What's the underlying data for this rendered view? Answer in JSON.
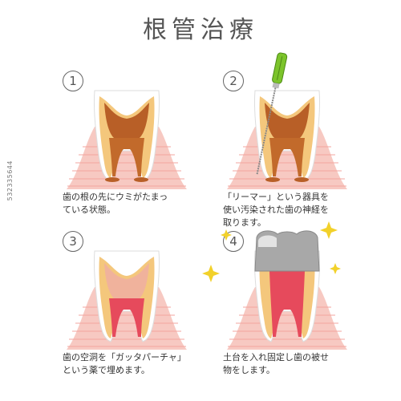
{
  "title": "根管治療",
  "steps": [
    {
      "number": "1",
      "caption": "歯の根の先にウミがたまっ\nている状態。"
    },
    {
      "number": "2",
      "caption": "「リーマー」という器具を\n使い汚染された歯の神経を\n取ります。"
    },
    {
      "number": "3",
      "caption": "歯の空洞を「ガッタパーチャ」\nという薬で埋めます。"
    },
    {
      "number": "4",
      "caption": "土台を入れ固定し歯の被せ\n物をします。"
    }
  ],
  "watermark": "532335644",
  "colors": {
    "gum": "#f7c9c2",
    "gum_lines": "#f3a59f",
    "enamel": "#ffffff",
    "dentin": "#f4c77c",
    "decay": "#b85f27",
    "pus": "#c26a2b",
    "pulp_red": "#e64a5c",
    "filling": "#f0b29c",
    "crown": "#a8a8a8",
    "tool_green": "#7cc42b",
    "sparkle": "#f2d12a"
  }
}
